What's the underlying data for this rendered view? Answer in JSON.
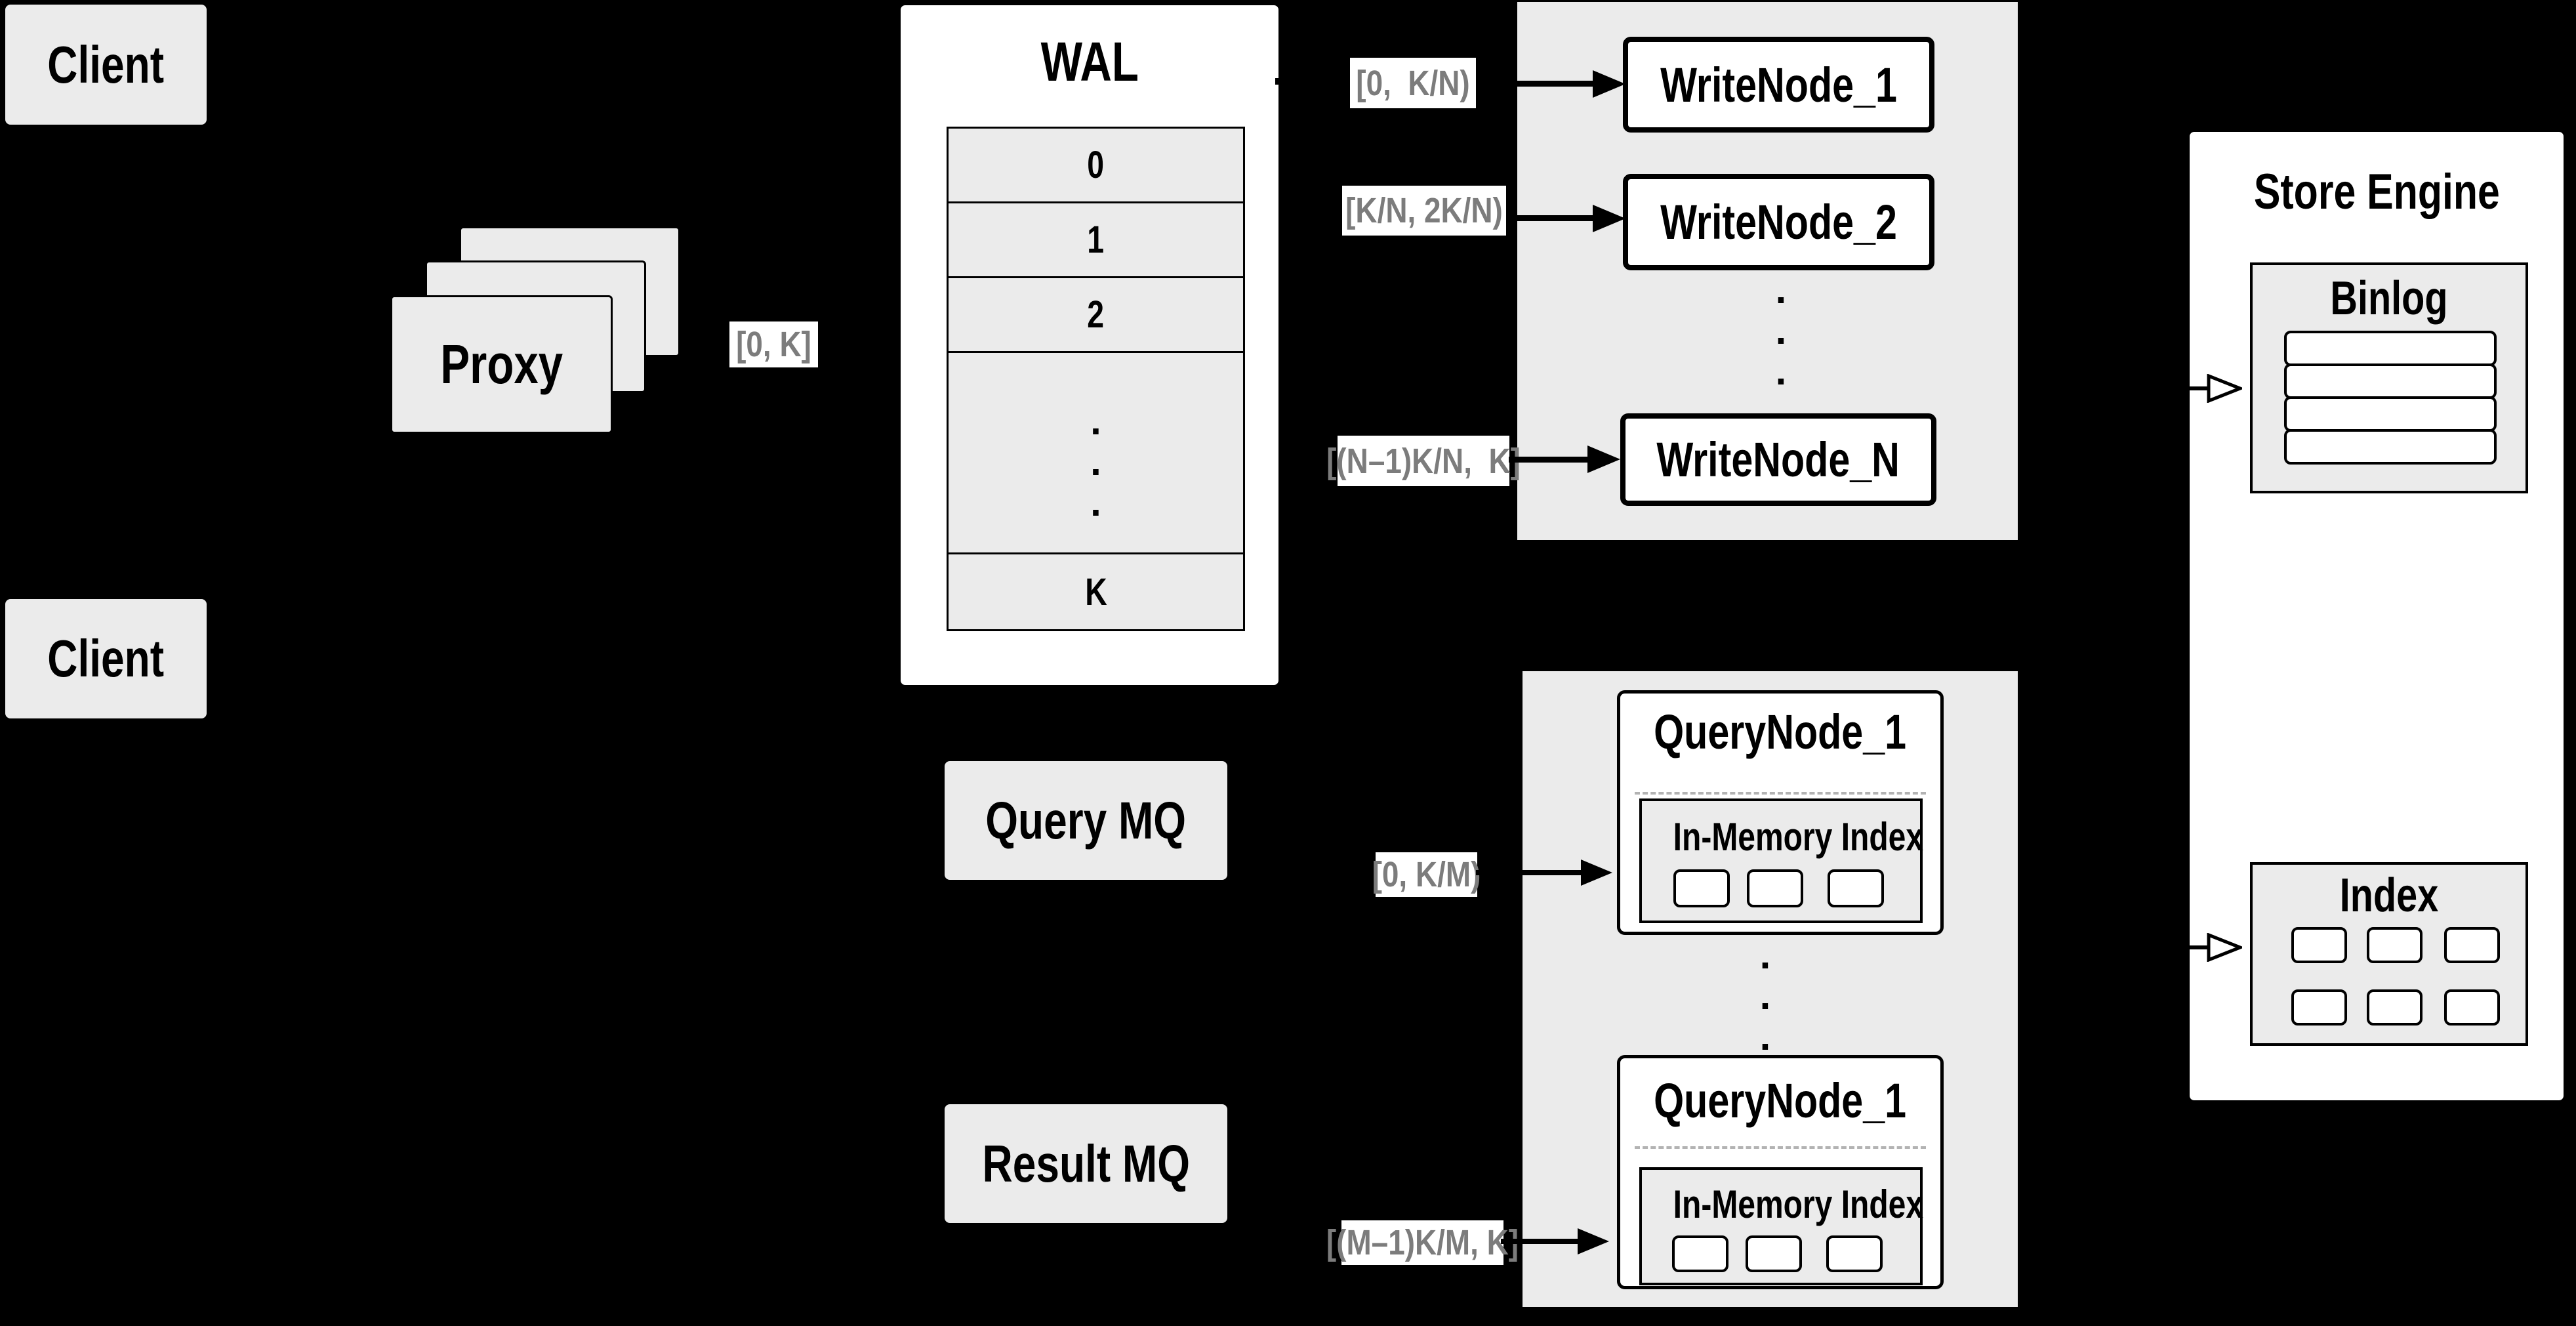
{
  "colors": {
    "bg": "#000000",
    "panel": "#ebebeb",
    "box": "#ffffff",
    "line": "#000000",
    "label-text": "#7c7c7c",
    "dash": "#b3b3b3"
  },
  "diagram": {
    "client_top": "Client",
    "client_bottom": "Client",
    "proxy": "Proxy",
    "labels": {
      "proxy_range": "[0, K]",
      "write1": "[0,  K/N)",
      "write2": "[K/N, 2K/N)",
      "writeN": "[(N–1)K/N,  K]",
      "query1": "[0, K/M)",
      "queryM": "[(M–1)K/M, K]"
    },
    "wal": {
      "title": "WAL",
      "rows": [
        "0",
        "1",
        "2"
      ],
      "dots": ".\n.\n.",
      "last_row": "K"
    },
    "write_nodes": {
      "n1": "WriteNode_1",
      "n2": "WriteNode_2",
      "nn": "WriteNode_N",
      "dots": ".\n.\n."
    },
    "mq": {
      "query": "Query MQ",
      "result": "Result MQ"
    },
    "query_nodes": {
      "dots": ".\n.\n.",
      "node1": {
        "title": "QueryNode_1",
        "imem": "In-Memory Index"
      },
      "node2": {
        "title": "QueryNode_1",
        "imem": "In-Memory Index"
      }
    },
    "store": {
      "title": "Store Engine",
      "binlog": "Binlog",
      "index": "Index"
    }
  }
}
